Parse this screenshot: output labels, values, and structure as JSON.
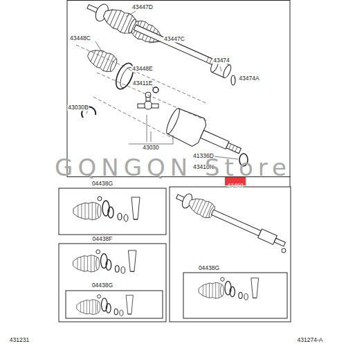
{
  "diagram": {
    "nodes": [
      {
        "text": [
          "43460"
        ]
      }
    ],
    "labels": [
      "43447D",
      "43448C",
      "43447C",
      "43474",
      "43448E",
      "43474A",
      "43411E",
      "43030B",
      "43030",
      "41336D",
      "43410N",
      "GQNGQN Store",
      "04438G",
      "04438F",
      "04438G",
      "04438G",
      "431231",
      "431274-A"
    ]
  }
}
